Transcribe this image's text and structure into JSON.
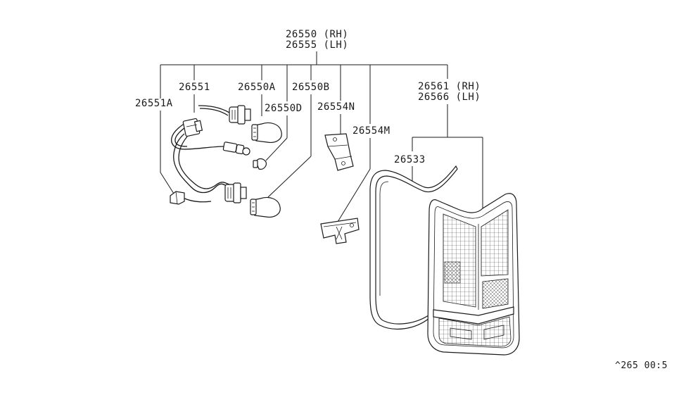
{
  "diagram": {
    "callouts": {
      "assembly_rh": "26550 (RH)",
      "assembly_lh": "26555 (LH)",
      "harness": "26551",
      "harness_clip": "26551A",
      "bulb_a": "26550A",
      "socket_b": "26550B",
      "bulb_d": "26550D",
      "bracket_n": "26554N",
      "bracket_m": "26554M",
      "lens_rh": "26561 (RH)",
      "lens_lh": "26566 (LH)",
      "gasket": "26533"
    },
    "ref_code": "^265  00:5"
  }
}
